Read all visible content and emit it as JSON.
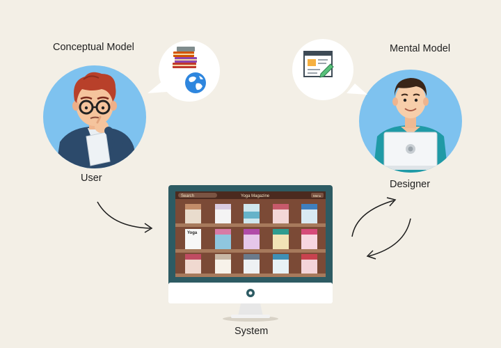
{
  "labels": {
    "conceptual_model": "Conceptual Model",
    "mental_model": "Mental Model",
    "user": "User",
    "designer": "Designer",
    "system": "System"
  },
  "screen": {
    "search_text": "Search",
    "title": "Yoga Magazine",
    "menu_text": "Menu",
    "cover_title": "Yoga"
  },
  "icons": {
    "books": "books-icon",
    "globe": "globe-icon",
    "document": "document-edit-icon",
    "webcam": "webcam-icon"
  },
  "colors": {
    "background": "#f3efe6",
    "circle_blue": "#7ec2ef",
    "monitor_frame": "#2d5b63",
    "shelf_wood": "#6b4030",
    "arrow": "#1c1c1c"
  }
}
